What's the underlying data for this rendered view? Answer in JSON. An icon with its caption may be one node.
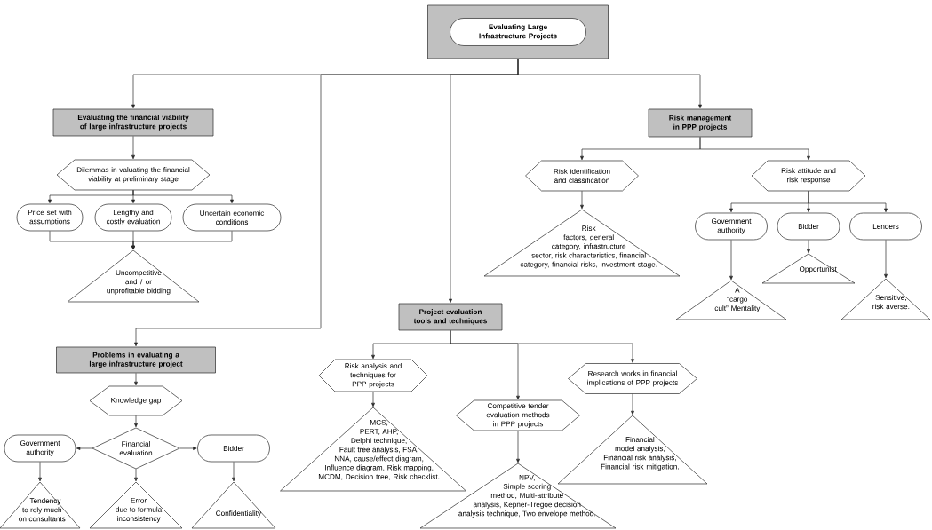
{
  "diagram": {
    "nodes": [
      {
        "text": [],
        "shape": "box"
      },
      {
        "text": [
          "Evaluating Large Infrastructure Projects"
        ],
        "in": 0
      },
      {
        "text": [
          "Evaluating the financial viability of large infrastructure projects"
        ]
      },
      {
        "text": [
          "Dilemmas in valuating the financial viability at preliminary stage"
        ]
      },
      {
        "text": [
          "Price set with assumptions"
        ]
      },
      {
        "text": [
          "Lengthy and costly evaluation"
        ]
      },
      {
        "text": [
          "Uncertain economic conditions"
        ]
      },
      {
        "text": [
          "Uncompetitive and / or unprofitable bidding"
        ]
      },
      {
        "text": [
          "Risk management in PPP projects"
        ]
      },
      {
        "text": [
          "Risk identification and classification"
        ]
      },
      {
        "text": [
          "Risk attitude and risk response"
        ]
      },
      {
        "text": [
          "Risk factors, general category, infrastructure sector, risk characteristics, financial category, financial risks, investment stage."
        ]
      },
      {
        "text": [
          "Government authority"
        ]
      },
      {
        "text": [
          "Bidder"
        ]
      },
      {
        "text": [
          "Lenders"
        ]
      },
      {
        "text": [
          "A “cargo cult” Mentality"
        ]
      },
      {
        "text": [
          "Opportunist"
        ]
      },
      {
        "text": [
          "Sensitive, risk averse."
        ]
      },
      {
        "text": [
          "Project evaluation tools and techniques"
        ]
      },
      {
        "text": [
          "Problems in evaluating a large infrastructure project"
        ]
      },
      {
        "text": [
          "Knowledge gap"
        ]
      },
      {
        "text": [
          "Financial evaluation"
        ]
      },
      {
        "text": [
          "Government authority"
        ]
      },
      {
        "text": [
          "Bidder"
        ]
      },
      {
        "text": [
          "Tendency to rely much on consultants"
        ]
      },
      {
        "text": [
          "Error due to formula inconsistency"
        ]
      },
      {
        "text": [
          "Confidentiality"
        ]
      },
      {
        "text": [
          "Risk analysis and techniques for PPP projects"
        ]
      },
      {
        "text": [
          "MCS, PERT, AHP, Delphi technique, Fault tree analysis, FSA, NNA, cause/effect diagram, Influence diagram, Risk mapping, MCDM, Decision tree, Risk checklist."
        ]
      },
      {
        "text": [
          "Competitive tender evaluation methods in PPP projects"
        ]
      },
      {
        "text": [
          "NPV, Simple scoring method, Multi-attribute analysis, Kepner-Tregoe decision analysis technique, Two envelope method."
        ]
      },
      {
        "text": [
          "Research works in financial implications of PPP projects"
        ]
      },
      {
        "text": [
          "Financial model analysis, Financial risk analysis, Financial risk mitigation."
        ]
      }
    ],
    "edges": [
      {
        "from": 0,
        "to": 2,
        "arrow": "to"
      },
      {
        "from": 0,
        "to": 19,
        "arrow": "to"
      },
      {
        "from": 0,
        "to": 18,
        "arrow": "to"
      },
      {
        "from": 0,
        "to": 8,
        "arrow": "to"
      },
      {
        "from": 2,
        "to": 3,
        "arrow": "to"
      },
      {
        "from": 3,
        "to": 4,
        "arrow": "to"
      },
      {
        "from": 3,
        "to": 5,
        "arrow": "to"
      },
      {
        "from": 3,
        "to": 6,
        "arrow": "to"
      },
      {
        "from": 4,
        "to": 7,
        "arrow": "to"
      },
      {
        "from": 5,
        "to": 7,
        "arrow": "to"
      },
      {
        "from": 6,
        "to": 7,
        "arrow": "to"
      },
      {
        "from": 8,
        "to": 9,
        "arrow": "to"
      },
      {
        "from": 8,
        "to": 10,
        "arrow": "to"
      },
      {
        "from": 9,
        "to": 11,
        "arrow": "to"
      },
      {
        "from": 10,
        "to": 12,
        "arrow": "to"
      },
      {
        "from": 10,
        "to": 13,
        "arrow": "to"
      },
      {
        "from": 10,
        "to": 14,
        "arrow": "to"
      },
      {
        "from": 12,
        "to": 15,
        "arrow": "to"
      },
      {
        "from": 13,
        "to": 16,
        "arrow": "to"
      },
      {
        "from": 14,
        "to": 17,
        "arrow": "to"
      },
      {
        "from": 18,
        "to": 27,
        "arrow": "to"
      },
      {
        "from": 18,
        "to": 29,
        "arrow": "to"
      },
      {
        "from": 18,
        "to": 31,
        "arrow": "to"
      },
      {
        "from": 27,
        "to": 28,
        "arrow": "to"
      },
      {
        "from": 29,
        "to": 30,
        "arrow": "to"
      },
      {
        "from": 31,
        "to": 32,
        "arrow": "to"
      },
      {
        "from": 19,
        "to": 20,
        "arrow": "to"
      },
      {
        "from": 20,
        "to": 21,
        "arrow": "to"
      },
      {
        "from": 21,
        "to": 22,
        "arrow": "to"
      },
      {
        "from": 21,
        "to": 23,
        "arrow": "to"
      },
      {
        "from": 21,
        "to": 25,
        "arrow": "to"
      },
      {
        "from": 22,
        "to": 24,
        "arrow": "to"
      },
      {
        "from": 23,
        "to": 26,
        "arrow": "to"
      }
    ]
  }
}
